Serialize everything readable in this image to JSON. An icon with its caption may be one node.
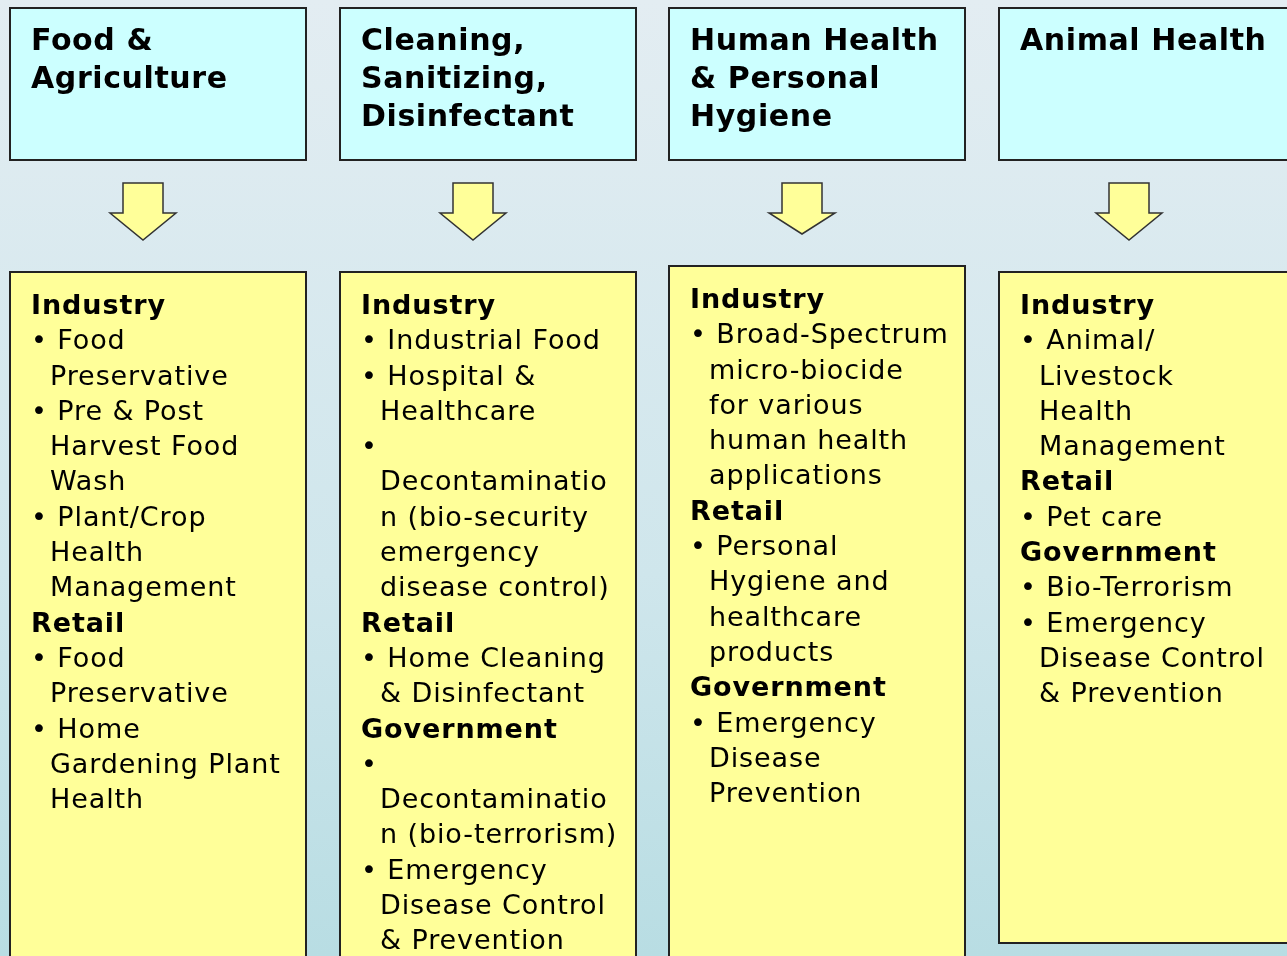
{
  "diagram": {
    "nodes": [
      {
        "text": [
          "Food & Agriculture"
        ]
      },
      {
        "text": [
          "Cleaning, Sanitizing, Disinfectant"
        ]
      },
      {
        "text": [
          "Human Health & Personal Hygiene"
        ]
      },
      {
        "text": [
          "Animal Health"
        ]
      },
      {
        "text": [
          "Industry",
          "• Food Preservative",
          "• Pre & Post Harvest Food Wash",
          "• Plant/Crop Health Management",
          "Retail",
          "• Food Preservative",
          "• Home Gardening Plant Health"
        ]
      },
      {
        "text": [
          "Industry",
          "• Industrial Food",
          "• Hospital & Healthcare",
          "• Decontamination (bio-security emergency disease control)",
          "Retail",
          "• Home Cleaning & Disinfectant",
          "Government",
          "• Decontamination (bio-terrorism)",
          "• Emergency Disease Control & Prevention"
        ]
      },
      {
        "text": [
          "Industry",
          "• Broad-Spectrum micro-biocide for various human health applications",
          "Retail",
          "• Personal Hygiene and healthcare products",
          "Government",
          "• Emergency Disease Prevention"
        ]
      },
      {
        "text": [
          "Industry",
          "• Animal/ Livestock Health Management",
          "Retail",
          "• Pet care",
          "Government",
          "• Bio-Terrorism",
          "• Emergency Disease Control & Prevention"
        ]
      }
    ],
    "edges": [
      {
        "from": 0,
        "to": 4,
        "arrow": "to"
      },
      {
        "from": 1,
        "to": 5,
        "arrow": "to"
      },
      {
        "from": 2,
        "to": 6,
        "arrow": "to"
      },
      {
        "from": 3,
        "to": 7,
        "arrow": "to"
      }
    ]
  }
}
